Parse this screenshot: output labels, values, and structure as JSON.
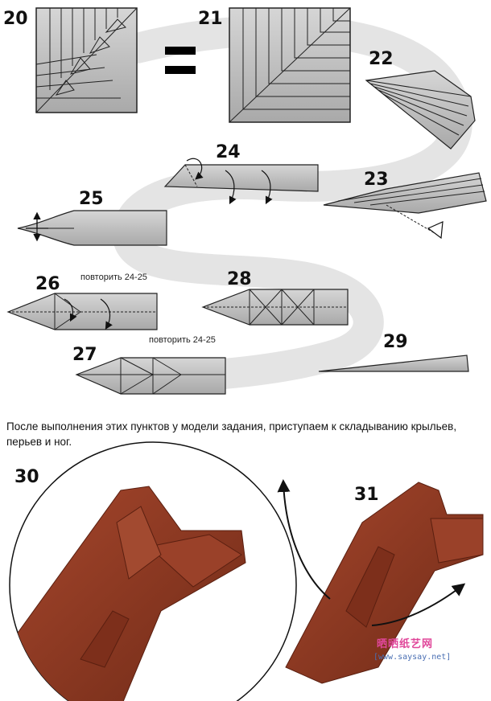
{
  "steps": {
    "s20": "20",
    "s21": "21",
    "s22": "22",
    "s23": "23",
    "s24": "24",
    "s25": "25",
    "s26": "26",
    "s27": "27",
    "s28": "28",
    "s29": "29",
    "s30": "30",
    "s31": "31"
  },
  "notes": {
    "repeat_a": "повторить 24-25",
    "repeat_b": "повторить 24-25"
  },
  "instruction": "После выполнения этих пунктов у модели задания, приступаем к складыванию крыльев, перьев и ног.",
  "watermark": {
    "site_cn": "晒晒纸艺网",
    "url": "[www.saysay.net]"
  },
  "colors": {
    "paper_gray": "#c8c8c8",
    "paper_dark": "#9b9b9b",
    "origami_red": "#8e3a24",
    "origami_red_dark": "#6a2716",
    "swirl": "#e4e4e4",
    "equals": "#000000"
  },
  "icons": [
    "fold-arrow-icon",
    "rotate-arrow-icon",
    "eye-icon",
    "move-arrows-icon",
    "equals-sign-icon"
  ]
}
